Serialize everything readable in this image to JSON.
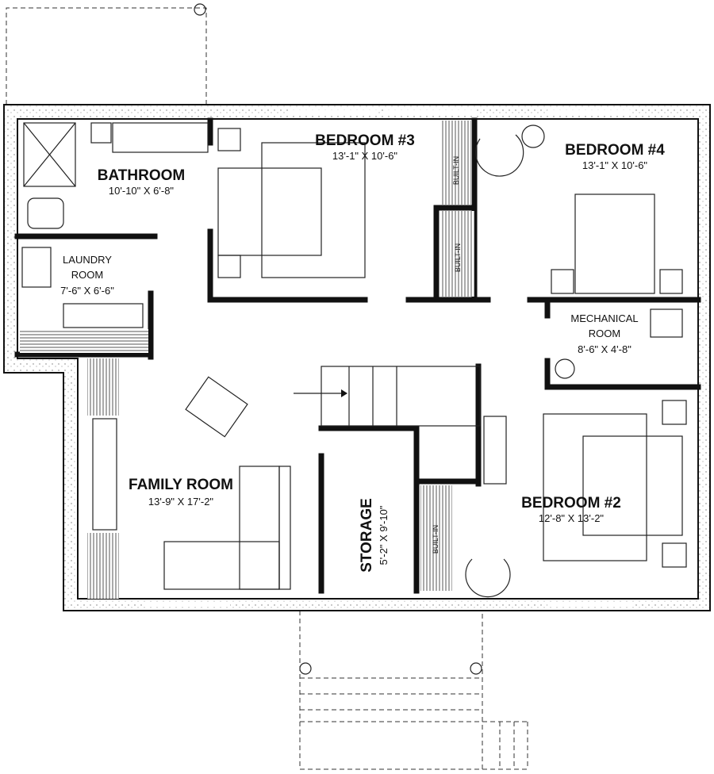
{
  "rooms": {
    "bedroom3": {
      "name": "BEDROOM #3",
      "dims": "13'-1\" X 10'-6\""
    },
    "bedroom4": {
      "name": "BEDROOM #4",
      "dims": "13'-1\" X 10'-6\""
    },
    "bathroom": {
      "name": "BATHROOM",
      "dims": "10'-10\" X 6'-8\""
    },
    "laundry": {
      "name1": "LAUNDRY",
      "name2": "ROOM",
      "dims": "7'-6\" X 6'-6\""
    },
    "mechanical": {
      "name1": "MECHANICAL",
      "name2": "ROOM",
      "dims": "8'-6\" X 4'-8\""
    },
    "family": {
      "name": "FAMILY ROOM",
      "dims": "13'-9\" X 17'-2\""
    },
    "storage": {
      "name": "STORAGE",
      "dims": "5'-2\" X 9'-10\""
    },
    "bedroom2": {
      "name": "BEDROOM #2",
      "dims": "12'-8\" X 13'-2\""
    }
  },
  "builtin": "BUILT-IN"
}
